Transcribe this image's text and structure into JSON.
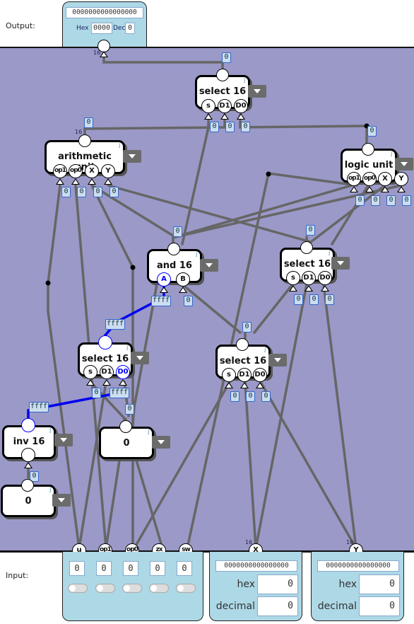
{
  "output": {
    "label": "Output:",
    "bits": "0000000000000000",
    "hex_label": "Hex",
    "hex_value": "0000",
    "dec_label": "Dec",
    "dec_value": "0"
  },
  "input": {
    "label": "Input:",
    "small_pins": [
      {
        "name": "u",
        "value": "0"
      },
      {
        "name": "op1",
        "value": "0"
      },
      {
        "name": "op0",
        "value": "0"
      },
      {
        "name": "zx",
        "value": "0"
      },
      {
        "name": "sw",
        "value": "0"
      }
    ],
    "x": {
      "name": "X",
      "bits": "0000000000000000",
      "hex_label": "hex",
      "hex_value": "0",
      "dec_label": "decimal",
      "dec_value": "0"
    },
    "y": {
      "name": "Y",
      "bits": "0000000000000000",
      "hex_label": "hex",
      "hex_value": "0",
      "dec_label": "decimal",
      "dec_value": "0"
    }
  },
  "width_label": "16",
  "nodes": {
    "select_top": {
      "title": "select 16",
      "pins": [
        "s",
        "D1",
        "D0"
      ],
      "out_tag": "0",
      "in_tags": [
        "0",
        "0",
        "0"
      ]
    },
    "arith": {
      "title": "arithmetic unit",
      "pins": [
        "op1",
        "op0",
        "X",
        "Y"
      ],
      "out_tag": "0",
      "in_tags": [
        "0",
        "0",
        "0",
        "0"
      ]
    },
    "logic": {
      "title": "logic unit",
      "pins": [
        "op1",
        "op0",
        "X",
        "Y"
      ],
      "out_tag": "0",
      "in_tags": [
        "0",
        "0",
        "0",
        "0"
      ]
    },
    "and16": {
      "title": "and 16",
      "pins": [
        "A",
        "B"
      ],
      "out_tag": "0",
      "in_tags": [
        "ffff",
        "0"
      ]
    },
    "select_mid": {
      "title": "select 16",
      "pins": [
        "s",
        "D1",
        "D0"
      ],
      "out_tag": "0",
      "in_tags": [
        "0",
        "0",
        "0"
      ]
    },
    "select_left": {
      "title": "select 16",
      "pins": [
        "s",
        "D1",
        "D0"
      ],
      "out_tag": "ffff",
      "in_tags": [
        "0",
        "0",
        "ffff"
      ]
    },
    "select_low": {
      "title": "select 16",
      "pins": [
        "s",
        "D1",
        "D0"
      ],
      "out_tag": "0",
      "in_tags": [
        "0",
        "0",
        "0"
      ]
    },
    "inv16": {
      "title": "inv 16",
      "out_tag": "ffff",
      "in_tag": "0"
    },
    "const_mid": {
      "value": "0",
      "out_tag": "0"
    },
    "const_left": {
      "value": "0"
    }
  },
  "info_mark": "i"
}
